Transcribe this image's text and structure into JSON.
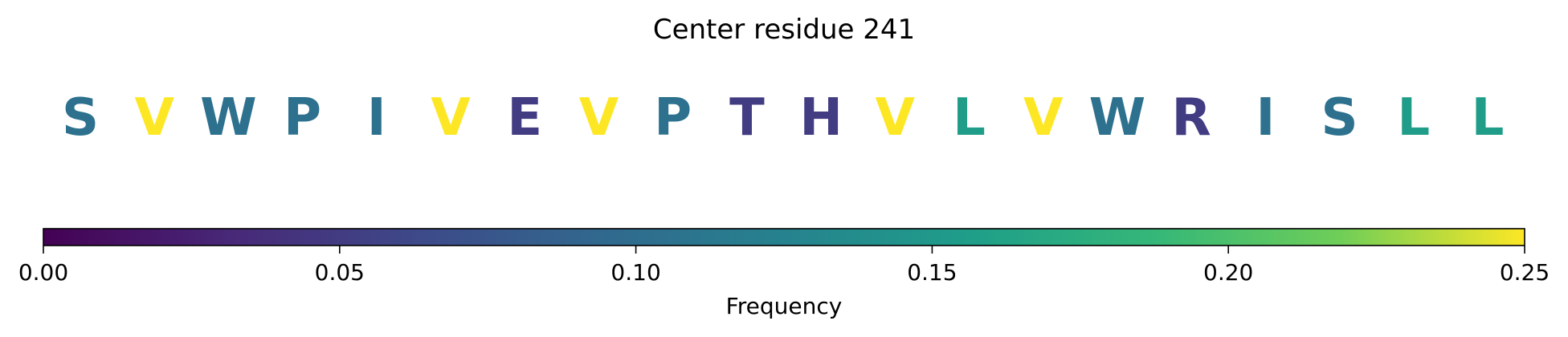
{
  "chart_data": {
    "type": "heatmap",
    "title": "Center residue 241",
    "colormap": "viridis",
    "residues": [
      {
        "letter": "S",
        "frequency": 0.105
      },
      {
        "letter": "V",
        "frequency": 0.25
      },
      {
        "letter": "W",
        "frequency": 0.105
      },
      {
        "letter": "P",
        "frequency": 0.105
      },
      {
        "letter": "I",
        "frequency": 0.105
      },
      {
        "letter": "V",
        "frequency": 0.25
      },
      {
        "letter": "E",
        "frequency": 0.05
      },
      {
        "letter": "V",
        "frequency": 0.25
      },
      {
        "letter": "P",
        "frequency": 0.105
      },
      {
        "letter": "T",
        "frequency": 0.05
      },
      {
        "letter": "H",
        "frequency": 0.05
      },
      {
        "letter": "V",
        "frequency": 0.25
      },
      {
        "letter": "L",
        "frequency": 0.155
      },
      {
        "letter": "V",
        "frequency": 0.25
      },
      {
        "letter": "W",
        "frequency": 0.105
      },
      {
        "letter": "R",
        "frequency": 0.05
      },
      {
        "letter": "I",
        "frequency": 0.105
      },
      {
        "letter": "S",
        "frequency": 0.105
      },
      {
        "letter": "L",
        "frequency": 0.155
      },
      {
        "letter": "L",
        "frequency": 0.155
      }
    ],
    "colorbar": {
      "label": "Frequency",
      "range": [
        0.0,
        0.25
      ],
      "ticks": [
        0.0,
        0.05,
        0.1,
        0.15,
        0.2,
        0.25
      ],
      "tick_labels": [
        "0.00",
        "0.05",
        "0.10",
        "0.15",
        "0.20",
        "0.25"
      ],
      "orientation": "horizontal",
      "placement": "bottom"
    }
  }
}
